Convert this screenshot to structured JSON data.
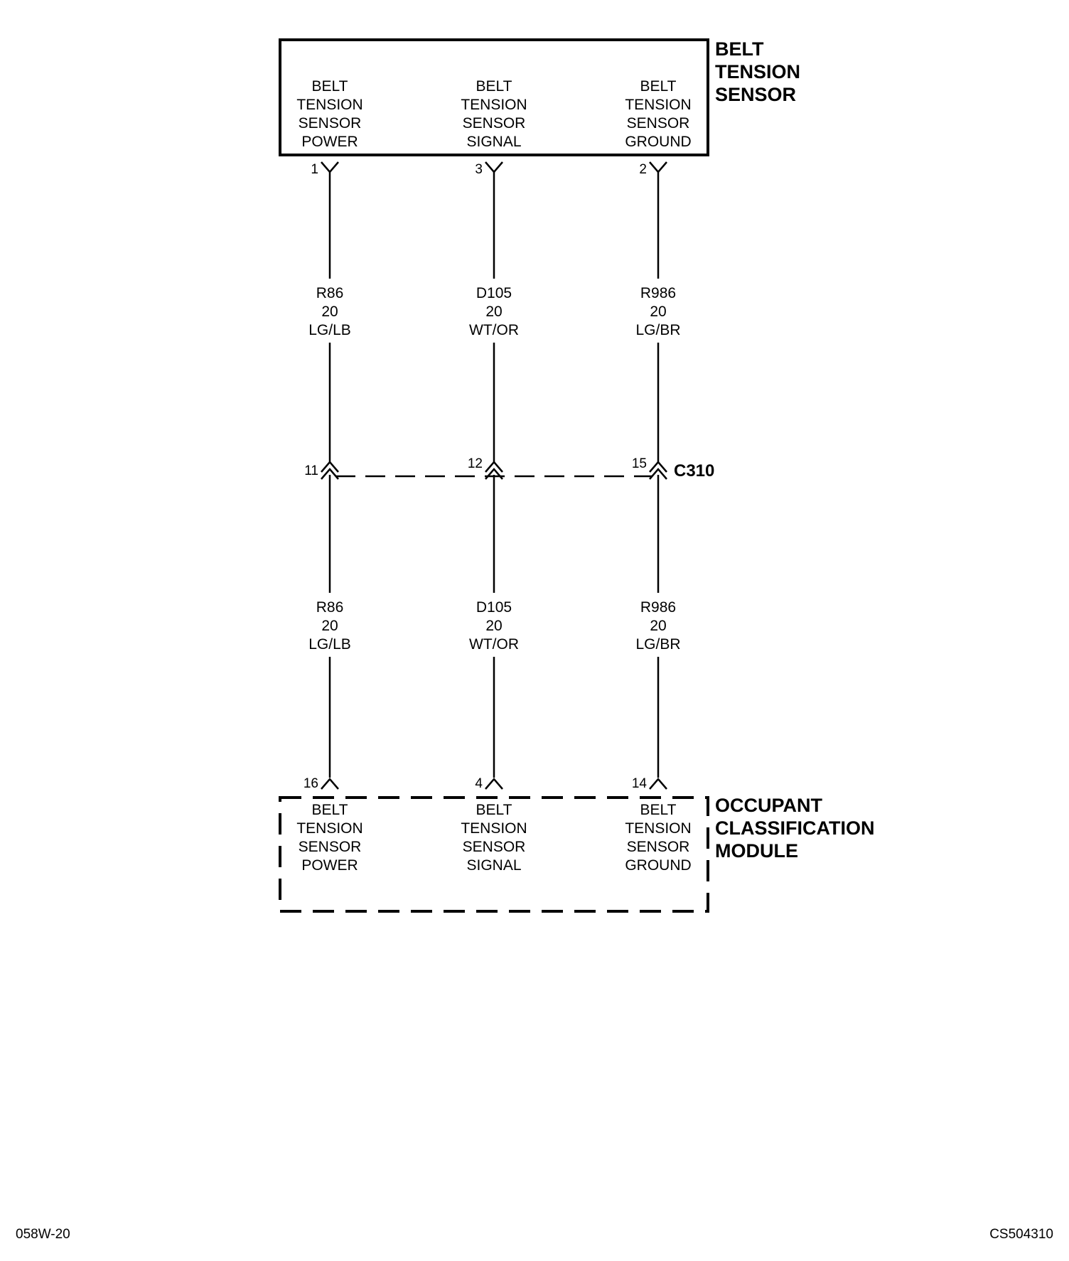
{
  "sensor": {
    "title": [
      "BELT",
      "TENSION",
      "SENSOR"
    ],
    "pins": [
      {
        "label": [
          "BELT",
          "TENSION",
          "SENSOR",
          "POWER"
        ],
        "pin": "1"
      },
      {
        "label": [
          "BELT",
          "TENSION",
          "SENSOR",
          "SIGNAL"
        ],
        "pin": "3"
      },
      {
        "label": [
          "BELT",
          "TENSION",
          "SENSOR",
          "GROUND"
        ],
        "pin": "2"
      }
    ]
  },
  "wires_upper": [
    {
      "circuit": "R86",
      "gauge": "20",
      "color": "LG/LB"
    },
    {
      "circuit": "D105",
      "gauge": "20",
      "color": "WT/OR"
    },
    {
      "circuit": "R986",
      "gauge": "20",
      "color": "LG/BR"
    }
  ],
  "connector": {
    "name": "C310",
    "pins": [
      "11",
      "12",
      "15"
    ]
  },
  "wires_lower": [
    {
      "circuit": "R86",
      "gauge": "20",
      "color": "LG/LB"
    },
    {
      "circuit": "D105",
      "gauge": "20",
      "color": "WT/OR"
    },
    {
      "circuit": "R986",
      "gauge": "20",
      "color": "LG/BR"
    }
  ],
  "module": {
    "title": [
      "OCCUPANT",
      "CLASSIFICATION",
      "MODULE"
    ],
    "pins": [
      {
        "label": [
          "BELT",
          "TENSION",
          "SENSOR",
          "POWER"
        ],
        "pin": "16"
      },
      {
        "label": [
          "BELT",
          "TENSION",
          "SENSOR",
          "SIGNAL"
        ],
        "pin": "4"
      },
      {
        "label": [
          "BELT",
          "TENSION",
          "SENSOR",
          "GROUND"
        ],
        "pin": "14"
      }
    ]
  },
  "footer": {
    "left": "058W-20",
    "right": "CS504310"
  }
}
